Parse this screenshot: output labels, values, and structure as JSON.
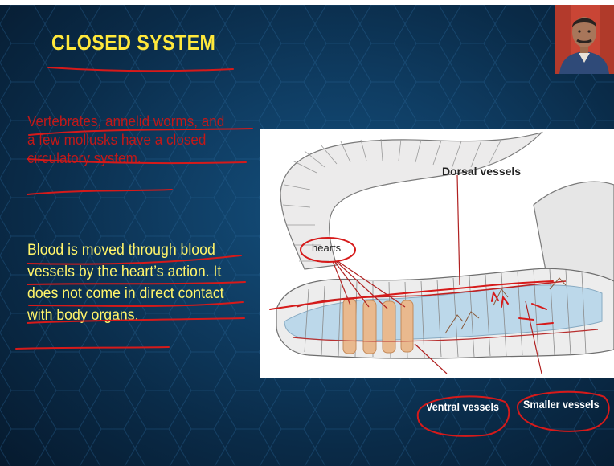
{
  "slide": {
    "title": "CLOSED SYSTEM",
    "paragraph1_lines": [
      "Vertebrates, annelid worms, and",
      "a few mollusks have a closed",
      "circulatory system."
    ],
    "paragraph2_lines": [
      "Blood is moved through blood",
      "vessels by the heart’s action. It",
      "does not come in direct contact",
      "with body organs."
    ]
  },
  "diagram": {
    "dorsal_label": "Dorsal vessels",
    "hearts_label": "hearts",
    "ventral_label": "Ventral vessels",
    "smaller_label": "Smaller vessels"
  },
  "colors": {
    "background": "#0f3d63",
    "title": "#ffe83b",
    "paragraph1": "#c21818",
    "paragraph2": "#fff46a",
    "annotation_ink": "#d61a1a"
  },
  "icons": {
    "presenter": "presenter-webcam"
  }
}
